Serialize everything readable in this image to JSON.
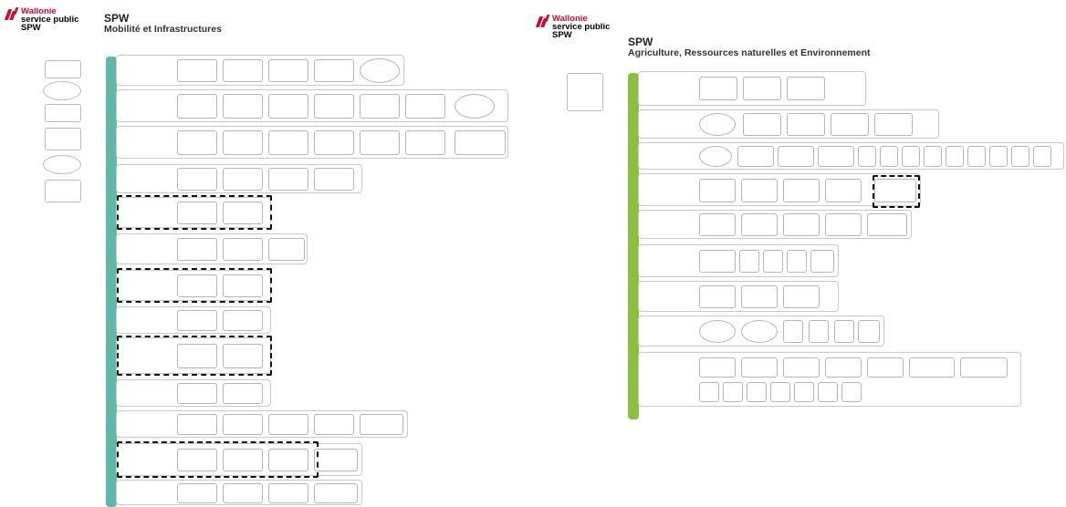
{
  "left": {
    "logo": {
      "line1": "Wallonie",
      "line2": "service public",
      "line3": "SPW"
    },
    "title": {
      "line1": "SPW",
      "line2": "Mobilité et Infrastructures"
    },
    "colors": {
      "bar": "#5fb8a8",
      "highlight": "#111111"
    }
  },
  "right": {
    "logo": {
      "line1": "Wallonie",
      "line2": "service public",
      "line3": "SPW"
    },
    "title": {
      "line1": "SPW",
      "line2": "Agriculture, Ressources naturelles et Environnement"
    },
    "colors": {
      "bar": "#8cbf3f",
      "department_text": "#7fb13a"
    }
  }
}
